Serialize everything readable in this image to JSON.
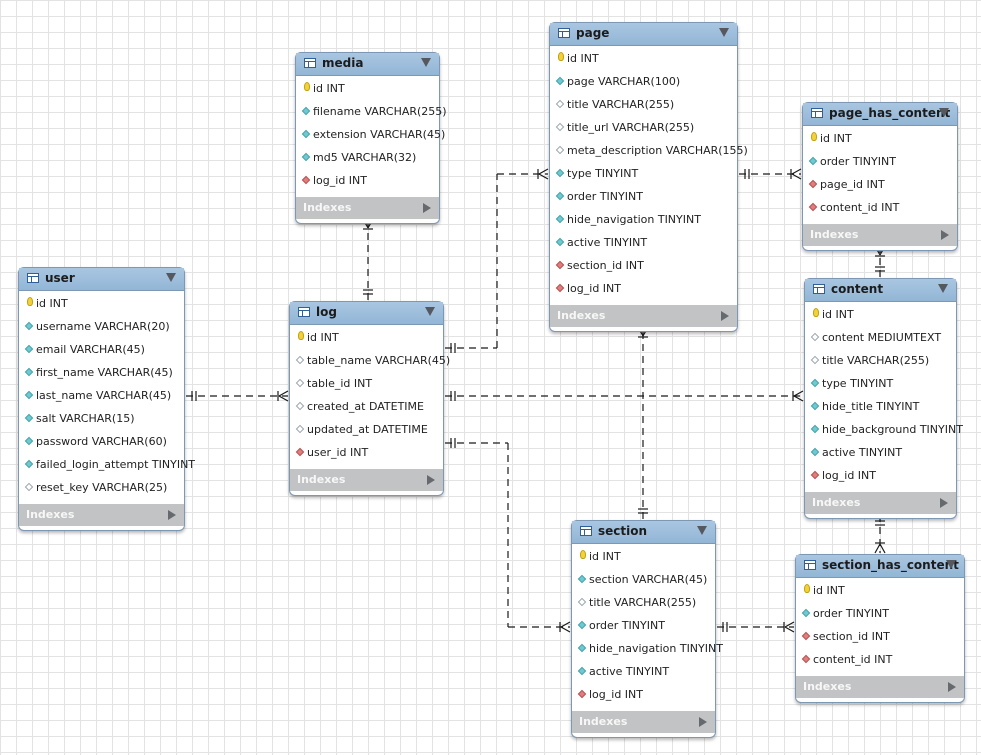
{
  "indexes_label": "Indexes",
  "tables": [
    {
      "id": "media",
      "name": "media",
      "columns": [
        {
          "label": "id INT",
          "kind": "pk"
        },
        {
          "label": "filename VARCHAR(255)",
          "kind": "filled"
        },
        {
          "label": "extension VARCHAR(45)",
          "kind": "filled"
        },
        {
          "label": "md5 VARCHAR(32)",
          "kind": "filled"
        },
        {
          "label": "log_id INT",
          "kind": "fk"
        }
      ]
    },
    {
      "id": "page",
      "name": "page",
      "columns": [
        {
          "label": "id INT",
          "kind": "pk"
        },
        {
          "label": "page VARCHAR(100)",
          "kind": "filled"
        },
        {
          "label": "title VARCHAR(255)",
          "kind": "hollow"
        },
        {
          "label": "title_url VARCHAR(255)",
          "kind": "hollow"
        },
        {
          "label": "meta_description VARCHAR(155)",
          "kind": "hollow"
        },
        {
          "label": "type TINYINT",
          "kind": "filled"
        },
        {
          "label": "order TINYINT",
          "kind": "filled"
        },
        {
          "label": "hide_navigation TINYINT",
          "kind": "filled"
        },
        {
          "label": "active TINYINT",
          "kind": "filled"
        },
        {
          "label": "section_id INT",
          "kind": "fk"
        },
        {
          "label": "log_id INT",
          "kind": "fk"
        }
      ]
    },
    {
      "id": "page_has_content",
      "name": "page_has_content",
      "columns": [
        {
          "label": "id INT",
          "kind": "pk"
        },
        {
          "label": "order TINYINT",
          "kind": "filled"
        },
        {
          "label": "page_id INT",
          "kind": "fk"
        },
        {
          "label": "content_id INT",
          "kind": "fk"
        }
      ]
    },
    {
      "id": "user",
      "name": "user",
      "columns": [
        {
          "label": "id INT",
          "kind": "pk"
        },
        {
          "label": "username VARCHAR(20)",
          "kind": "filled"
        },
        {
          "label": "email VARCHAR(45)",
          "kind": "filled"
        },
        {
          "label": "first_name VARCHAR(45)",
          "kind": "filled"
        },
        {
          "label": "last_name VARCHAR(45)",
          "kind": "filled"
        },
        {
          "label": "salt VARCHAR(15)",
          "kind": "filled"
        },
        {
          "label": "password VARCHAR(60)",
          "kind": "filled"
        },
        {
          "label": "failed_login_attempt TINYINT",
          "kind": "filled"
        },
        {
          "label": "reset_key VARCHAR(25)",
          "kind": "hollow"
        }
      ]
    },
    {
      "id": "log",
      "name": "log",
      "columns": [
        {
          "label": "id INT",
          "kind": "pk"
        },
        {
          "label": "table_name VARCHAR(45)",
          "kind": "hollow"
        },
        {
          "label": "table_id INT",
          "kind": "hollow"
        },
        {
          "label": "created_at DATETIME",
          "kind": "hollow"
        },
        {
          "label": "updated_at DATETIME",
          "kind": "hollow"
        },
        {
          "label": "user_id INT",
          "kind": "fk"
        }
      ]
    },
    {
      "id": "content",
      "name": "content",
      "columns": [
        {
          "label": "id INT",
          "kind": "pk"
        },
        {
          "label": "content MEDIUMTEXT",
          "kind": "hollow"
        },
        {
          "label": "title VARCHAR(255)",
          "kind": "hollow"
        },
        {
          "label": "type TINYINT",
          "kind": "filled"
        },
        {
          "label": "hide_title TINYINT",
          "kind": "filled"
        },
        {
          "label": "hide_background TINYINT",
          "kind": "filled"
        },
        {
          "label": "active TINYINT",
          "kind": "filled"
        },
        {
          "label": "log_id INT",
          "kind": "fk"
        }
      ]
    },
    {
      "id": "section",
      "name": "section",
      "columns": [
        {
          "label": "id INT",
          "kind": "pk"
        },
        {
          "label": "section VARCHAR(45)",
          "kind": "filled"
        },
        {
          "label": "title VARCHAR(255)",
          "kind": "hollow"
        },
        {
          "label": "order TINYINT",
          "kind": "filled"
        },
        {
          "label": "hide_navigation TINYINT",
          "kind": "filled"
        },
        {
          "label": "active TINYINT",
          "kind": "filled"
        },
        {
          "label": "log_id INT",
          "kind": "fk"
        }
      ]
    },
    {
      "id": "section_has_content",
      "name": "section_has_content",
      "columns": [
        {
          "label": "id INT",
          "kind": "pk"
        },
        {
          "label": "order TINYINT",
          "kind": "filled"
        },
        {
          "label": "section_id INT",
          "kind": "fk"
        },
        {
          "label": "content_id INT",
          "kind": "fk"
        }
      ]
    }
  ],
  "relationships": [
    {
      "from": "user",
      "to": "log",
      "cardinality": "one-to-many"
    },
    {
      "from": "log",
      "to": "media",
      "cardinality": "one-to-many"
    },
    {
      "from": "log",
      "to": "page",
      "cardinality": "one-to-many"
    },
    {
      "from": "log",
      "to": "content",
      "cardinality": "one-to-many"
    },
    {
      "from": "log",
      "to": "section",
      "cardinality": "one-to-many"
    },
    {
      "from": "page",
      "to": "page_has_content",
      "cardinality": "one-to-many"
    },
    {
      "from": "content",
      "to": "page_has_content",
      "cardinality": "one-to-many"
    },
    {
      "from": "section",
      "to": "page",
      "cardinality": "one-to-many"
    },
    {
      "from": "section",
      "to": "section_has_content",
      "cardinality": "one-to-many"
    },
    {
      "from": "content",
      "to": "section_has_content",
      "cardinality": "one-to-many"
    }
  ]
}
